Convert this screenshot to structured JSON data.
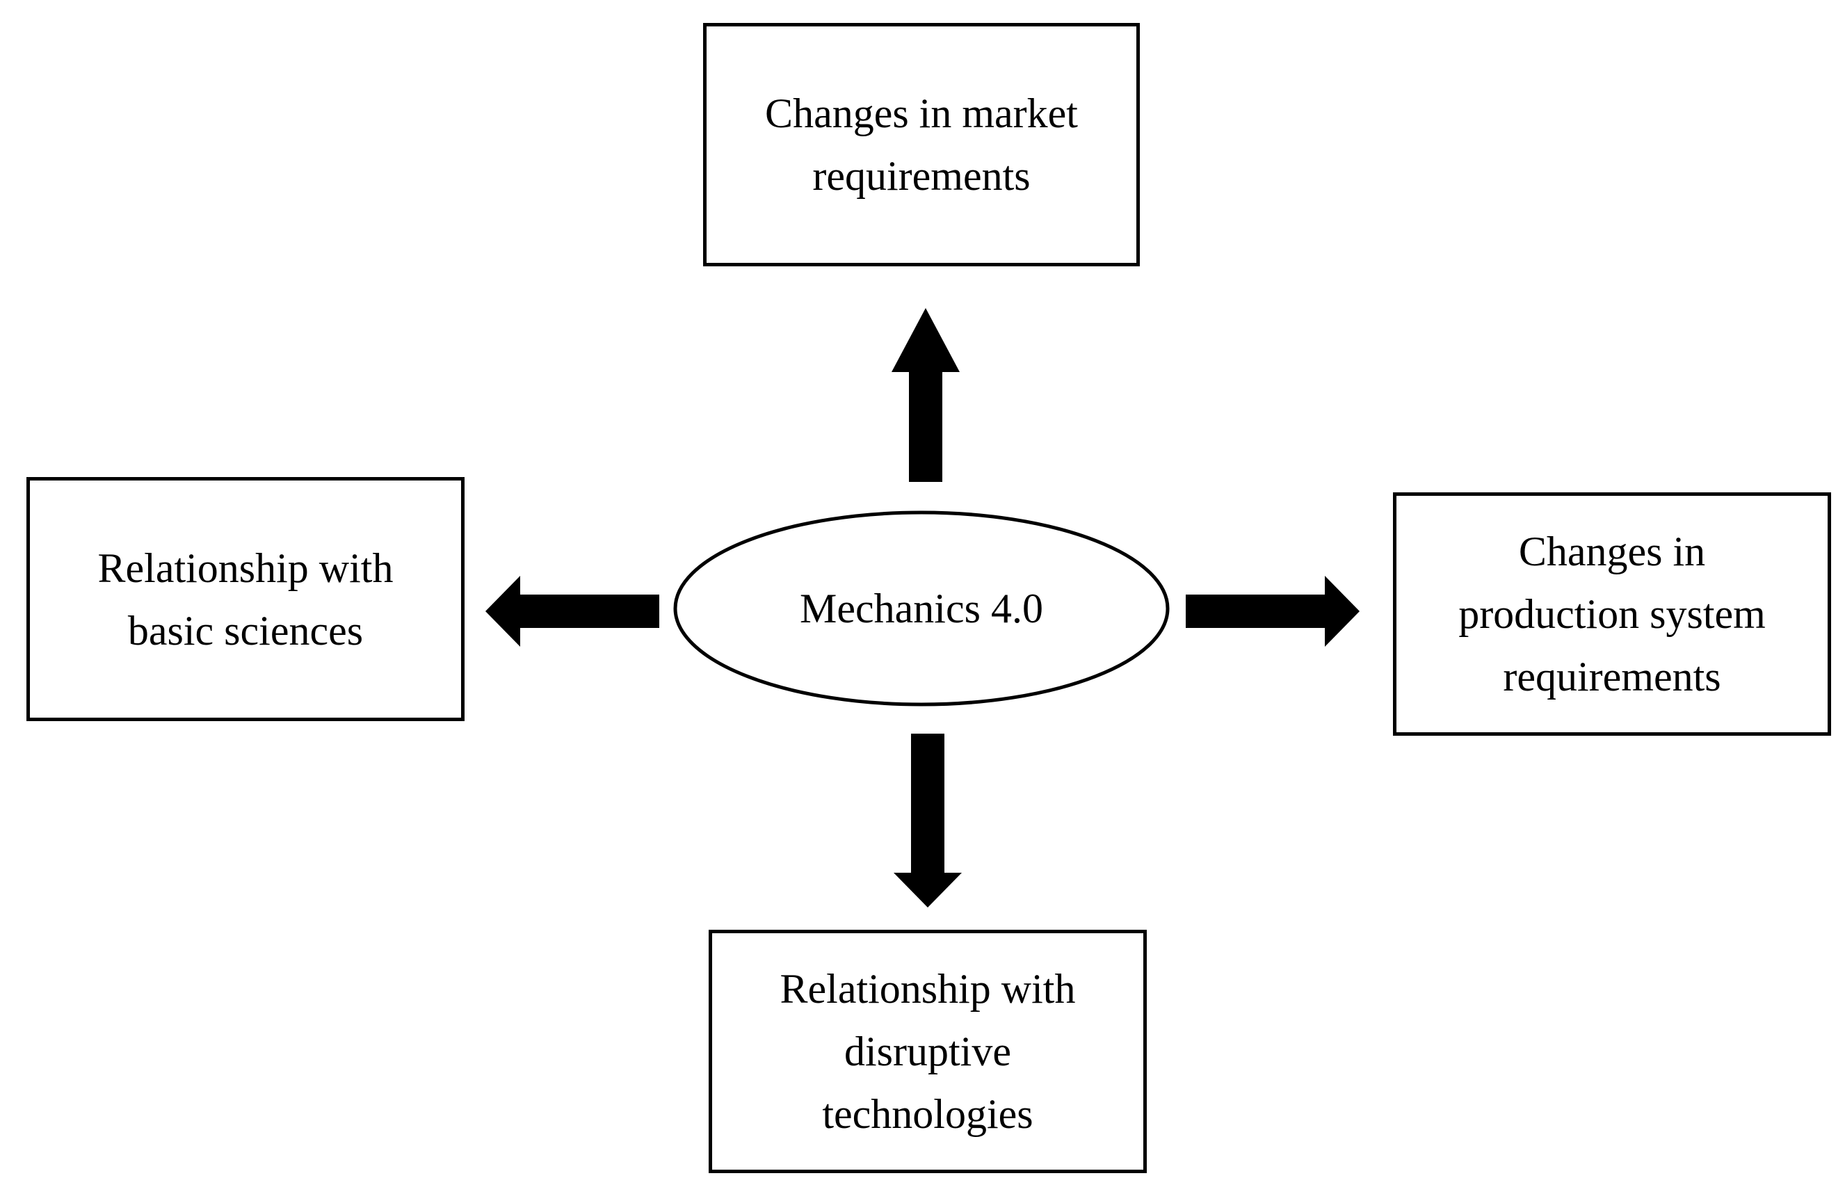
{
  "diagram": {
    "center": "Mechanics 4.0",
    "top_box": "Changes in market\nrequirements",
    "left_box": "Relationship with\nbasic sciences",
    "right_box": "Changes in\nproduction system\nrequirements",
    "bottom_box": "Relationship with\ndisruptive\ntechnologies"
  },
  "colors": {
    "stroke": "#000000",
    "background": "#ffffff"
  }
}
